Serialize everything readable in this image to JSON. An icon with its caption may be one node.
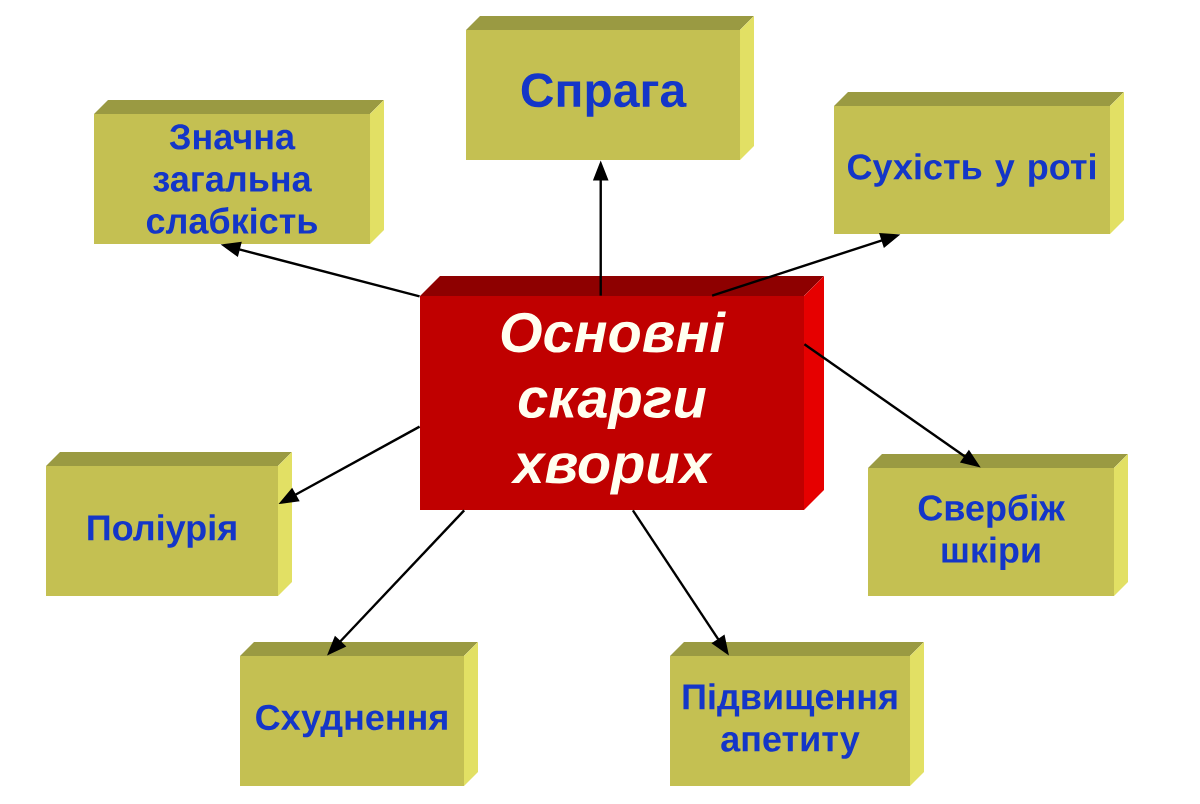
{
  "diagram": {
    "nodes": [
      {
        "text": [
          "Основні скарги хворих"
        ]
      },
      {
        "text": [
          "Значна загальна слабкість"
        ]
      },
      {
        "text": [
          "Спрага"
        ]
      },
      {
        "text": [
          "Сухість у роті"
        ]
      },
      {
        "text": [
          "Поліурія"
        ]
      },
      {
        "text": [
          "Свербіж шкіри"
        ]
      },
      {
        "text": [
          "Схуднення"
        ]
      },
      {
        "text": [
          "Підвищення апетиту"
        ]
      }
    ],
    "edges": [
      {
        "from": 0,
        "to": 1,
        "arrow": "to"
      },
      {
        "from": 0,
        "to": 2,
        "arrow": "to"
      },
      {
        "from": 0,
        "to": 3,
        "arrow": "to"
      },
      {
        "from": 0,
        "to": 4,
        "arrow": "to"
      },
      {
        "from": 0,
        "to": 5,
        "arrow": "to"
      },
      {
        "from": 0,
        "to": 6,
        "arrow": "to"
      },
      {
        "from": 0,
        "to": 7,
        "arrow": "to"
      }
    ]
  }
}
